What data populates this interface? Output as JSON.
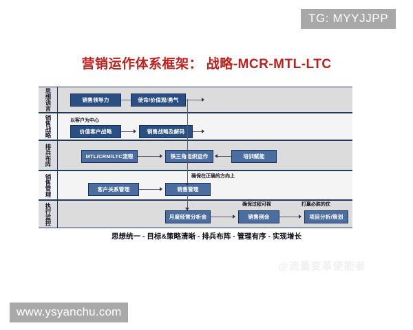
{
  "title": "营销运作体系框架： 战略-MCR-MTL-LTC",
  "footer": "思想统一 - 目标&策略清晰 - 排兵布阵 - 管理有序 - 实现增长",
  "watermarks": {
    "telegram": "TG: MYYJJPP",
    "site": "www.ysyanchu.com",
    "faint": "@流量变革使能者"
  },
  "colors": {
    "title_red": "#c0201c",
    "frame_navy": "#1f3864",
    "box_dark": "#2a4f85",
    "box_light": "#4b6da0",
    "row_shade": "#dcdcdc",
    "row_plain": "#f4f4f4",
    "watermark_gray": "#a8a8a8"
  },
  "rows": [
    {
      "label": "思想语言"
    },
    {
      "label": "销售战略"
    },
    {
      "label": "排兵布阵"
    },
    {
      "label": "销售管理"
    },
    {
      "label": "执行监控"
    }
  ],
  "nodes": {
    "sales_leadership": "销售领导力",
    "mission_values_courage": "使命/价值观/勇气",
    "value_customer_strategy": "价值客户战略",
    "sales_strategy_decoding": "销售战略及解码",
    "mtl_crm_ltc_process": "MTL/CRM/LTC流程",
    "iron_triangle_org": "铁三角组织运作",
    "training_empowerment": "培训赋能",
    "customer_relationship_mgmt": "客户关系管理",
    "sales_management": "销售管理",
    "monthly_review_meeting": "月度经营分析会",
    "sales_routine_meeting": "销售例会",
    "project_analysis_planning": "项目分析/策划"
  },
  "captions": {
    "customer_centric": "以客户为中心",
    "right_direction": "确保在正确的方向上",
    "process_visible": "确保过程可视",
    "win_the_battle": "打赢必胜的仗"
  },
  "chart_data": {
    "type": "diagram",
    "title": "营销运作体系框架： 战略-MCR-MTL-LTC",
    "layers": [
      {
        "layer": "思想语言",
        "nodes": [
          "销售领导力",
          "使命/价值观/勇气"
        ],
        "flow": "销售领导力 → 使命/价值观/勇气 → (spine)"
      },
      {
        "layer": "销售战略",
        "caption": "以客户为中心",
        "nodes": [
          "价值客户战略",
          "销售战略及解码"
        ],
        "flow": "价值客户战略 → 销售战略及解码 → (spine)"
      },
      {
        "layer": "排兵布阵",
        "nodes": [
          "MTL/CRM/LTC流程",
          "铁三角组织运作",
          "培训赋能"
        ],
        "flow": "MTL/CRM/LTC流程 → 铁三角组织运作 ← 培训赋能"
      },
      {
        "layer": "销售管理",
        "caption": "确保在正确的方向上",
        "nodes": [
          "客户关系管理",
          "销售管理"
        ],
        "flow": "客户关系管理 → 销售管理"
      },
      {
        "layer": "执行监控",
        "nodes": [
          "月度经营分析会",
          "销售例会",
          "项目分析/策划"
        ],
        "captions": [
          "确保过程可视",
          "打赢必胜的仗"
        ],
        "flow": "月度经营分析会 → 销售例会 → 项目分析/策划"
      }
    ],
    "spine": "vertical connector linking all five layers top-to-bottom"
  }
}
